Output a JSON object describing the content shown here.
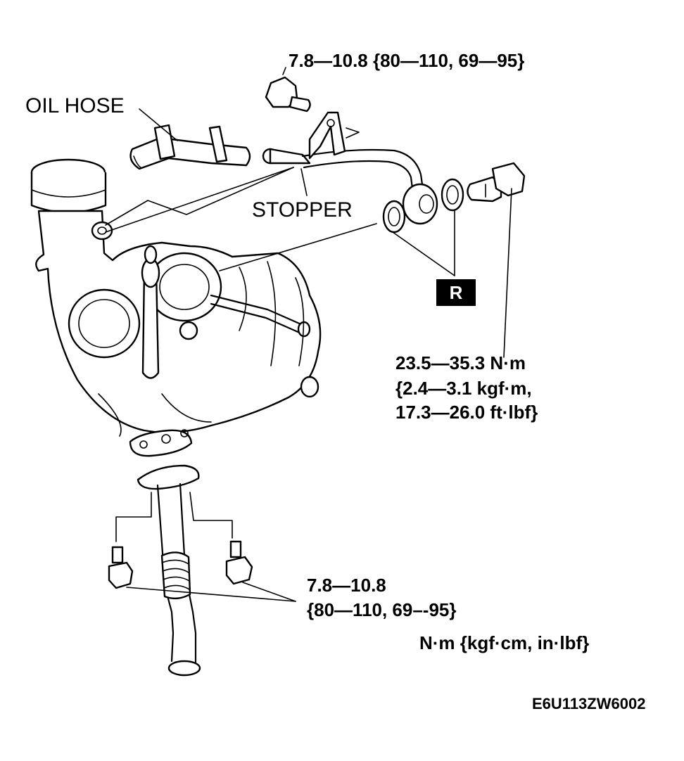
{
  "labels": {
    "top_torque": "7.8—10.8 {80—110, 69—95}",
    "oil_hose": "OIL HOSE",
    "stopper": "STOPPER",
    "replace_badge": "R",
    "banjo_torque_line1": "23.5—35.3 N·m",
    "banjo_torque_line2": "{2.4—3.1 kgf·m,",
    "banjo_torque_line3": "17.3—26.0 ft·lbf}",
    "flange_torque_line1": "7.8—10.8",
    "flange_torque_line2": "{80—110, 69–-95}",
    "units": "N·m {kgf·cm, in·lbf}",
    "figure_code": "E6U113ZW6002"
  },
  "colors": {
    "ink": "#000000",
    "paper": "#ffffff"
  },
  "parts": [
    "turbocharger",
    "oil-hose",
    "oil-pipe",
    "eye-bolt",
    "bolt",
    "gasket",
    "washer",
    "oil-return-pipe",
    "flange-bolt"
  ]
}
